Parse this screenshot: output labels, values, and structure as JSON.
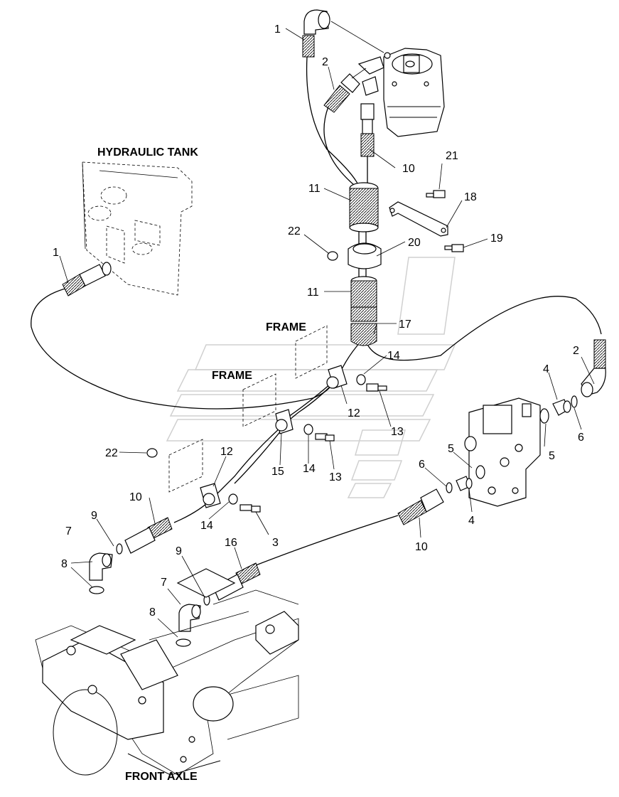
{
  "areas": {
    "hydraulic_tank": "HYDRAULIC TANK",
    "frame_upper": "FRAME",
    "frame_lower": "FRAME",
    "front_axle": "FRONT AXLE"
  },
  "callouts": [
    {
      "id": "c1a",
      "text": "1"
    },
    {
      "id": "c2a",
      "text": "2"
    },
    {
      "id": "c10a",
      "text": "10"
    },
    {
      "id": "c21",
      "text": "21"
    },
    {
      "id": "c11a",
      "text": "11"
    },
    {
      "id": "c18",
      "text": "18"
    },
    {
      "id": "c22a",
      "text": "22"
    },
    {
      "id": "c20",
      "text": "20"
    },
    {
      "id": "c19",
      "text": "19"
    },
    {
      "id": "c1b",
      "text": "1"
    },
    {
      "id": "c11b",
      "text": "11"
    },
    {
      "id": "c17",
      "text": "17"
    },
    {
      "id": "c2b",
      "text": "2"
    },
    {
      "id": "c14a",
      "text": "14"
    },
    {
      "id": "c4a",
      "text": "4"
    },
    {
      "id": "c12a",
      "text": "12"
    },
    {
      "id": "c13a",
      "text": "13"
    },
    {
      "id": "c5a",
      "text": "5"
    },
    {
      "id": "c6a",
      "text": "6"
    },
    {
      "id": "c22b",
      "text": "22"
    },
    {
      "id": "c12b",
      "text": "12"
    },
    {
      "id": "c15",
      "text": "15"
    },
    {
      "id": "c14b",
      "text": "14"
    },
    {
      "id": "c13b",
      "text": "13"
    },
    {
      "id": "c5b",
      "text": "5"
    },
    {
      "id": "c6b",
      "text": "6"
    },
    {
      "id": "c4b",
      "text": "4"
    },
    {
      "id": "c10b",
      "text": "10"
    },
    {
      "id": "c9a",
      "text": "9"
    },
    {
      "id": "c7a",
      "text": "7"
    },
    {
      "id": "c14c",
      "text": "14"
    },
    {
      "id": "c3",
      "text": "3"
    },
    {
      "id": "c10c",
      "text": "10"
    },
    {
      "id": "c8a",
      "text": "8"
    },
    {
      "id": "c16",
      "text": "16"
    },
    {
      "id": "c9b",
      "text": "9"
    },
    {
      "id": "c7b",
      "text": "7"
    },
    {
      "id": "c8b",
      "text": "8"
    }
  ]
}
